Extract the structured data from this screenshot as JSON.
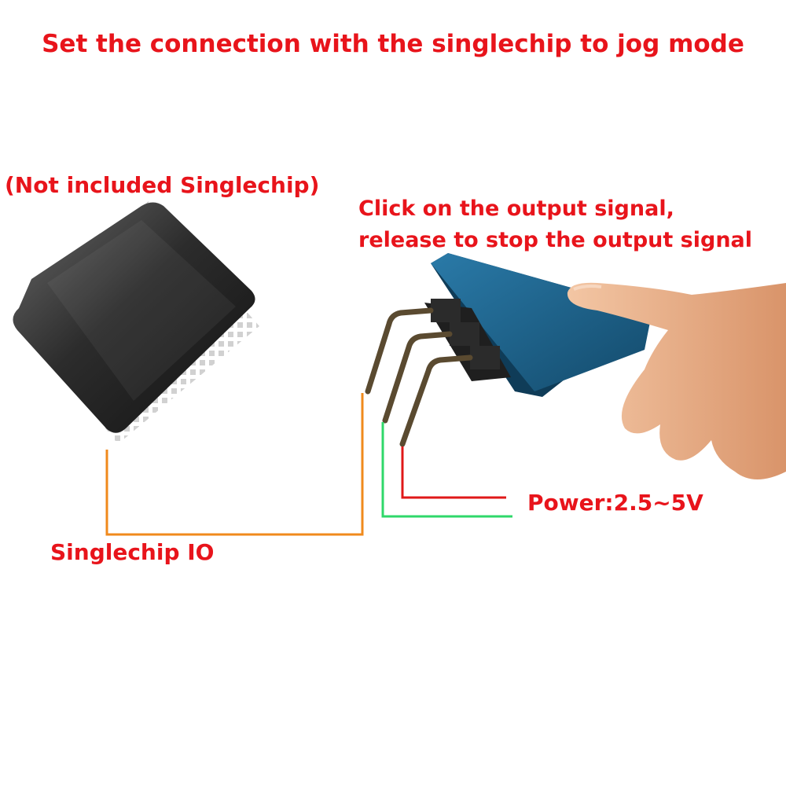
{
  "title": "Set the connection with the singlechip to jog mode",
  "chip_note": "(Not included Singlechip)",
  "instruction": {
    "line1": "Click on the output signal,",
    "line2": "release to stop the output signal"
  },
  "io_label": "Singlechip IO",
  "power_label": "Power:2.5~5V",
  "colors": {
    "text": "#e8141b",
    "io_wire": "#f08a1c",
    "gnd_wire": "#2fd86a",
    "power_wire": "#e01818",
    "sensor_board": "#1c5f86",
    "chip_body": "#2a2a2a",
    "skin": "#e9b08a"
  },
  "icons": [
    "microcontroller-chip-icon",
    "touch-sensor-module-icon",
    "finger-icon"
  ]
}
